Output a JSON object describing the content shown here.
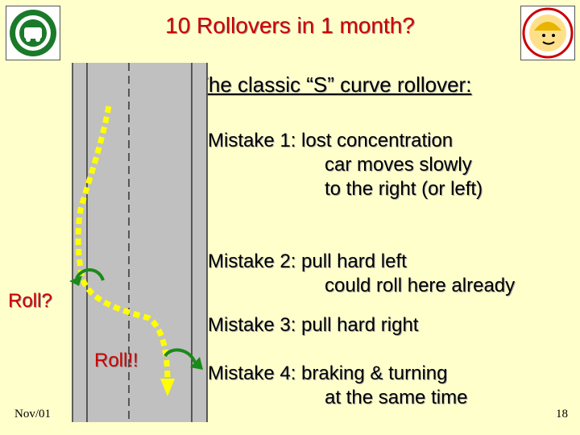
{
  "title": "10 Rollovers in 1 month?",
  "subtitle": "The classic “S” curve rollover:",
  "mistakes": [
    {
      "line1": "Mistake 1: lost concentration",
      "line2": "car moves slowly",
      "line3": "to the right (or left)"
    },
    {
      "line1": "Mistake 2: pull hard left",
      "line2": "could roll here already"
    },
    {
      "line1": "Mistake 3: pull hard right"
    },
    {
      "line1": "Mistake 4: braking & turning",
      "line2": "at the same time"
    }
  ],
  "roll_labels": {
    "first": "Roll?",
    "second": "Roll!!"
  },
  "footer": {
    "date": "Nov/01",
    "page": "18"
  },
  "logos": {
    "left": "company-seal-icon",
    "right": "safety-mascot-icon"
  },
  "colors": {
    "background": "#ffffcc",
    "title": "#cc0000",
    "road": "#c0c0c0",
    "path": "#ffff00",
    "arrow": "#1a8a1a"
  }
}
